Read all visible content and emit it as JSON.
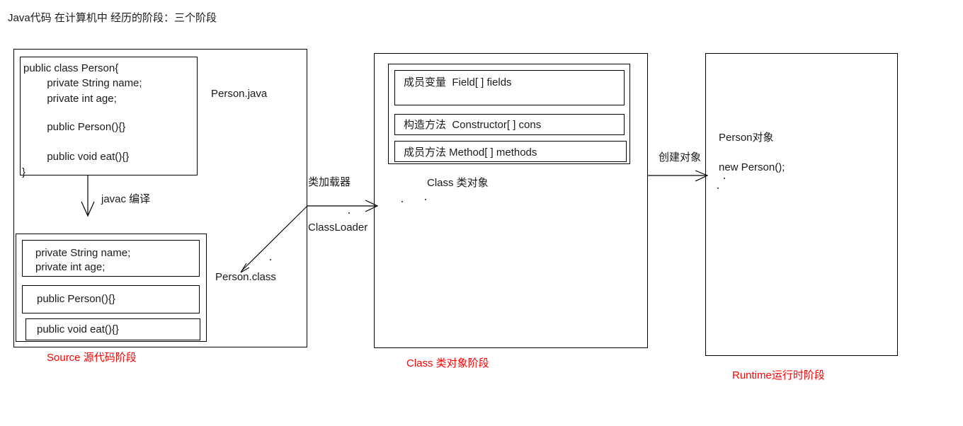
{
  "title": "Java代码 在计算机中 经历的阶段：三个阶段",
  "stage1": {
    "label": "Source 源代码阶段",
    "file_label": "Person.java",
    "class_file_label": "Person.class",
    "compile_label": "javac 编译",
    "source_code": [
      "public class Person{",
      "        private String name;",
      "        private int age;",
      "",
      "        public Person(){}",
      "",
      "        public void eat(){}",
      "}"
    ],
    "compiled_members": [
      "private String name;\nprivate int age;",
      "public Person(){}",
      "public void eat(){}"
    ]
  },
  "stage2": {
    "label": "Class 类对象阶段",
    "caption": "Class 类对象",
    "loader_label_cn": "类加载器",
    "loader_label_en": "ClassLoader",
    "members": [
      "成员变量  Field[ ] fields",
      "构造方法  Constructor[ ] cons",
      "成员方法 Method[ ] methods"
    ]
  },
  "stage3": {
    "label": "Runtime运行时阶段",
    "create_label": "创建对象",
    "object_label": "Person对象",
    "object_code": "new Person();"
  },
  "colors": {
    "stroke": "#000000",
    "text": "#1a1a1a",
    "stage_label": "#ff0000",
    "background": "#ffffff"
  }
}
